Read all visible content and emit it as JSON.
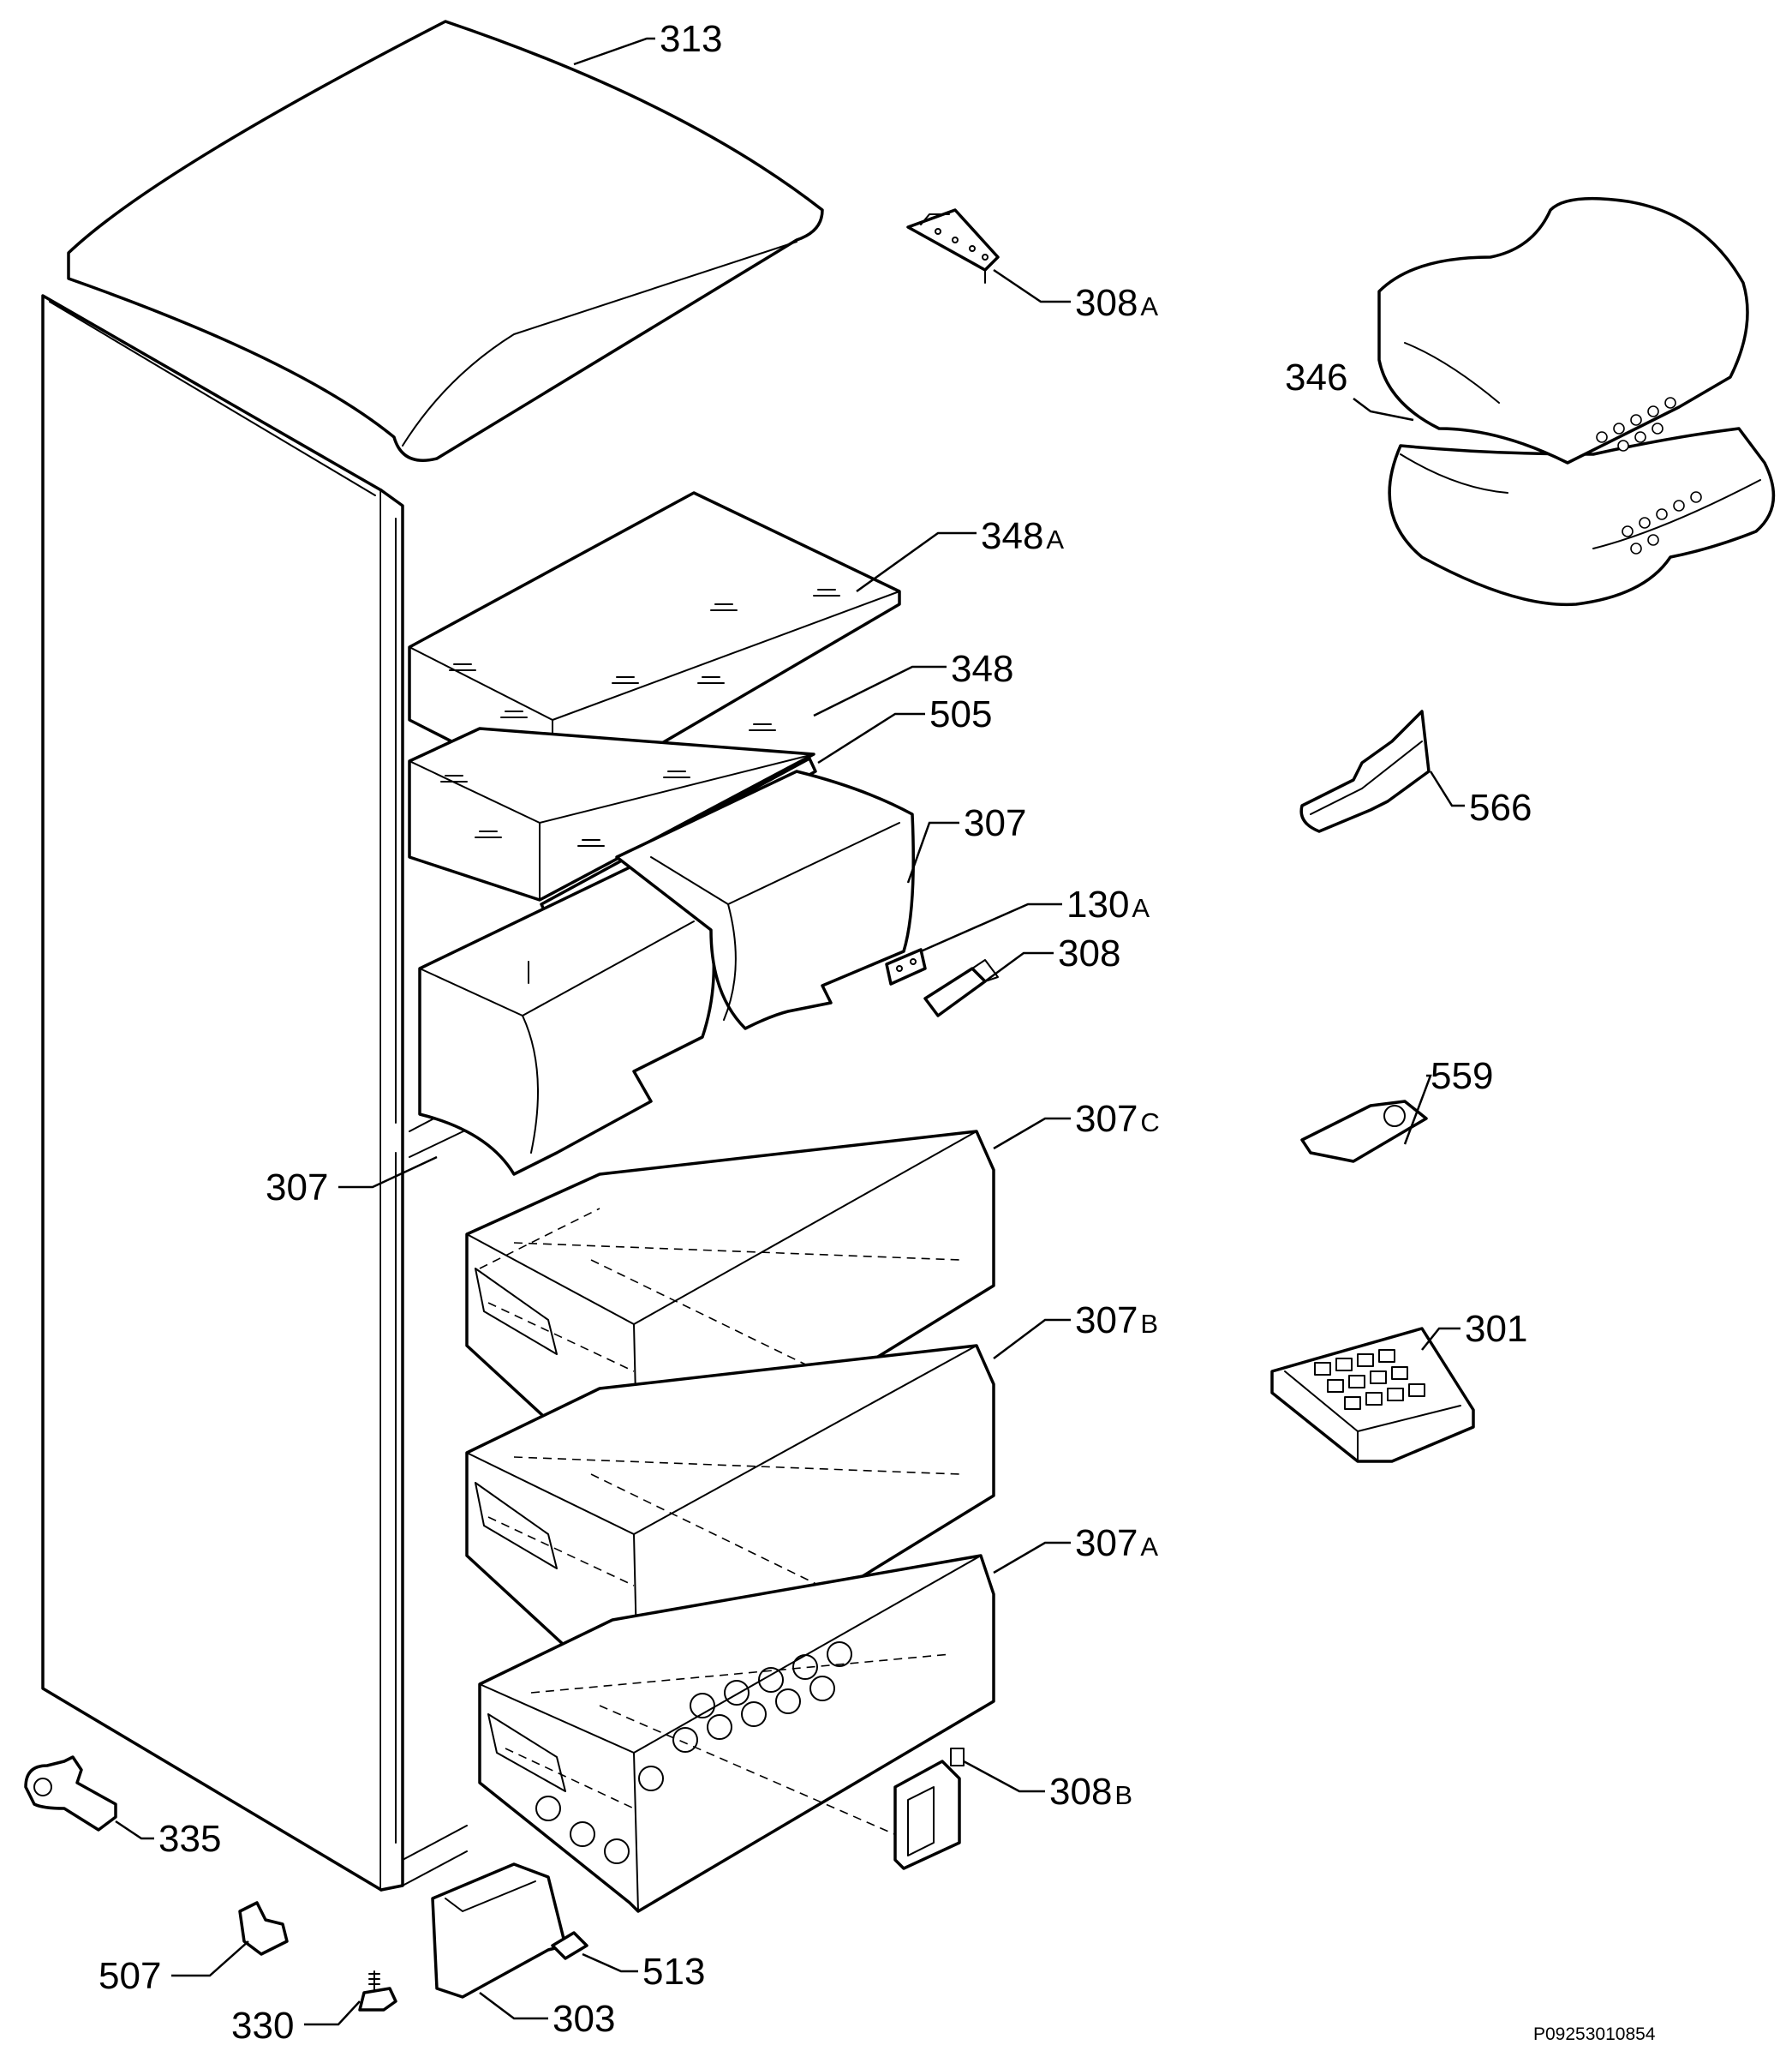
{
  "labels": {
    "p313": "313",
    "p308a": "308",
    "p308a_sfx": "A",
    "p346": "346",
    "p348a": "348",
    "p348a_sfx": "A",
    "p348": "348",
    "p505": "505",
    "p307_top": "307",
    "p566": "566",
    "p130a": "130",
    "p130a_sfx": "A",
    "p308": "308",
    "p559": "559",
    "p307c": "307",
    "p307c_sfx": "C",
    "p307_left": "307",
    "p307b": "307",
    "p307b_sfx": "B",
    "p301": "301",
    "p307a": "307",
    "p307a_sfx": "A",
    "p308b": "308",
    "p308b_sfx": "B",
    "p335": "335",
    "p507": "507",
    "p513": "513",
    "p330": "330",
    "p303": "303"
  },
  "drawing_code": "P09253010854"
}
